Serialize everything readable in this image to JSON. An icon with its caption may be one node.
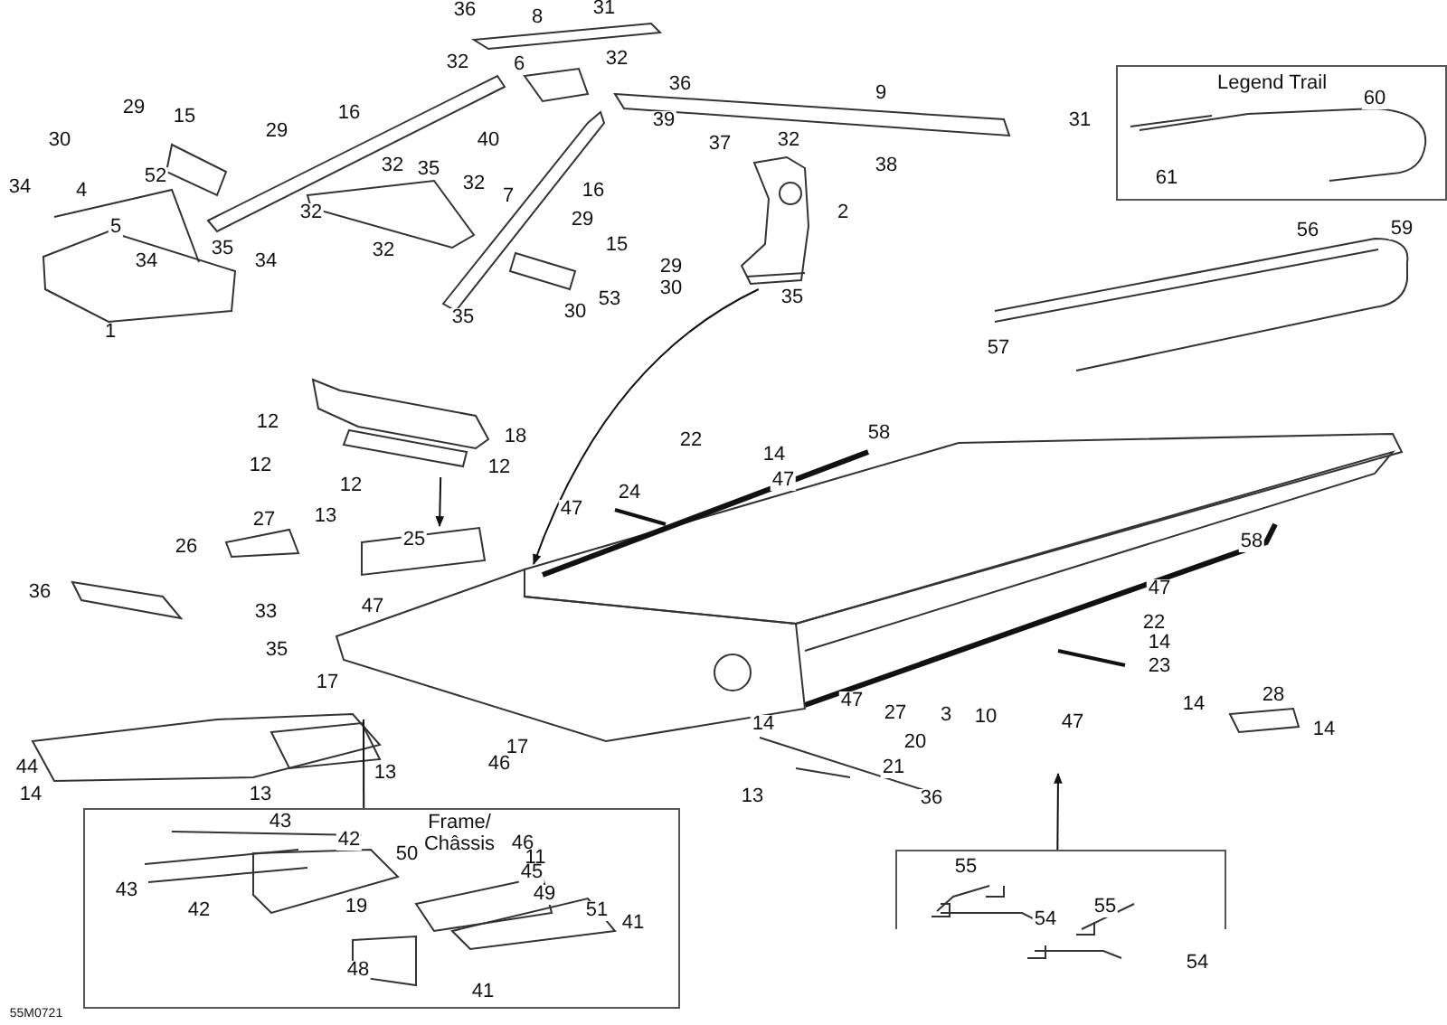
{
  "diagram": {
    "nodes": [
      {
        "text": [],
        "shape": "picture"
      },
      {
        "text": [
          "Legend Trail"
        ]
      },
      {
        "text": [],
        "shape": "picture"
      },
      {
        "text": [
          "Frame/ Châssis"
        ]
      },
      {
        "text": [],
        "shape": "box"
      },
      {
        "text": [],
        "shape": "picture"
      },
      {
        "text": [],
        "shape": "picture"
      }
    ],
    "edges": [
      {
        "from": 0,
        "to": 6,
        "arrow": "to"
      },
      {
        "from": 2,
        "to": 5,
        "arrow": "to"
      },
      {
        "from": 3,
        "to": null,
        "arrow": "none"
      },
      {
        "from": 4,
        "to": null,
        "arrow": "to"
      }
    ],
    "labels": [
      "36",
      "8",
      "31",
      "32",
      "6",
      "32",
      "36",
      "9",
      "31",
      "29",
      "15",
      "16",
      "39",
      "30",
      "29",
      "40",
      "37",
      "32",
      "38",
      "34",
      "4",
      "52",
      "32",
      "35",
      "32",
      "7",
      "16",
      "5",
      "32",
      "29",
      "2",
      "34",
      "35",
      "34",
      "32",
      "15",
      "29",
      "53",
      "30",
      "35",
      "1",
      "35",
      "30",
      "60",
      "61",
      "56",
      "59",
      "57",
      "12",
      "18",
      "22",
      "14",
      "58",
      "12",
      "12",
      "12",
      "47",
      "24",
      "47",
      "27",
      "13",
      "26",
      "25",
      "58",
      "36",
      "33",
      "47",
      "47",
      "22",
      "35",
      "14",
      "23",
      "17",
      "14",
      "47",
      "27",
      "3",
      "10",
      "47",
      "14",
      "28",
      "14",
      "17",
      "20",
      "44",
      "13",
      "46",
      "21",
      "14",
      "13",
      "13",
      "36",
      "43",
      "42",
      "50",
      "46",
      "11",
      "45",
      "43",
      "49",
      "42",
      "19",
      "51",
      "41",
      "48",
      "41",
      "55",
      "54",
      "55",
      "54",
      "55M0721"
    ]
  }
}
